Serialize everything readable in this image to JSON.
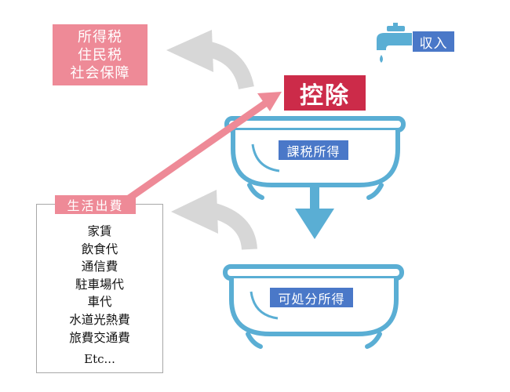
{
  "tax_box": {
    "lines": [
      "所得税",
      "住民税",
      "社会保障"
    ]
  },
  "income_label": "収入",
  "deduction_label": "控除",
  "taxable_income_label": "課税所得",
  "disposable_income_label": "可処分所得",
  "living_expenses": {
    "title": "生活出費",
    "items": [
      "家賃",
      "飲食代",
      "通信費",
      "駐車場代",
      "車代",
      "水道光熱費",
      "旅費交通費"
    ],
    "etc": "Etc..."
  },
  "colors": {
    "pink": "#ee8a97",
    "deduction_red": "#cc2b49",
    "label_blue": "#4a78c8",
    "tub_blue": "#5aaed4",
    "arrow_gray": "#d7d7d7"
  }
}
